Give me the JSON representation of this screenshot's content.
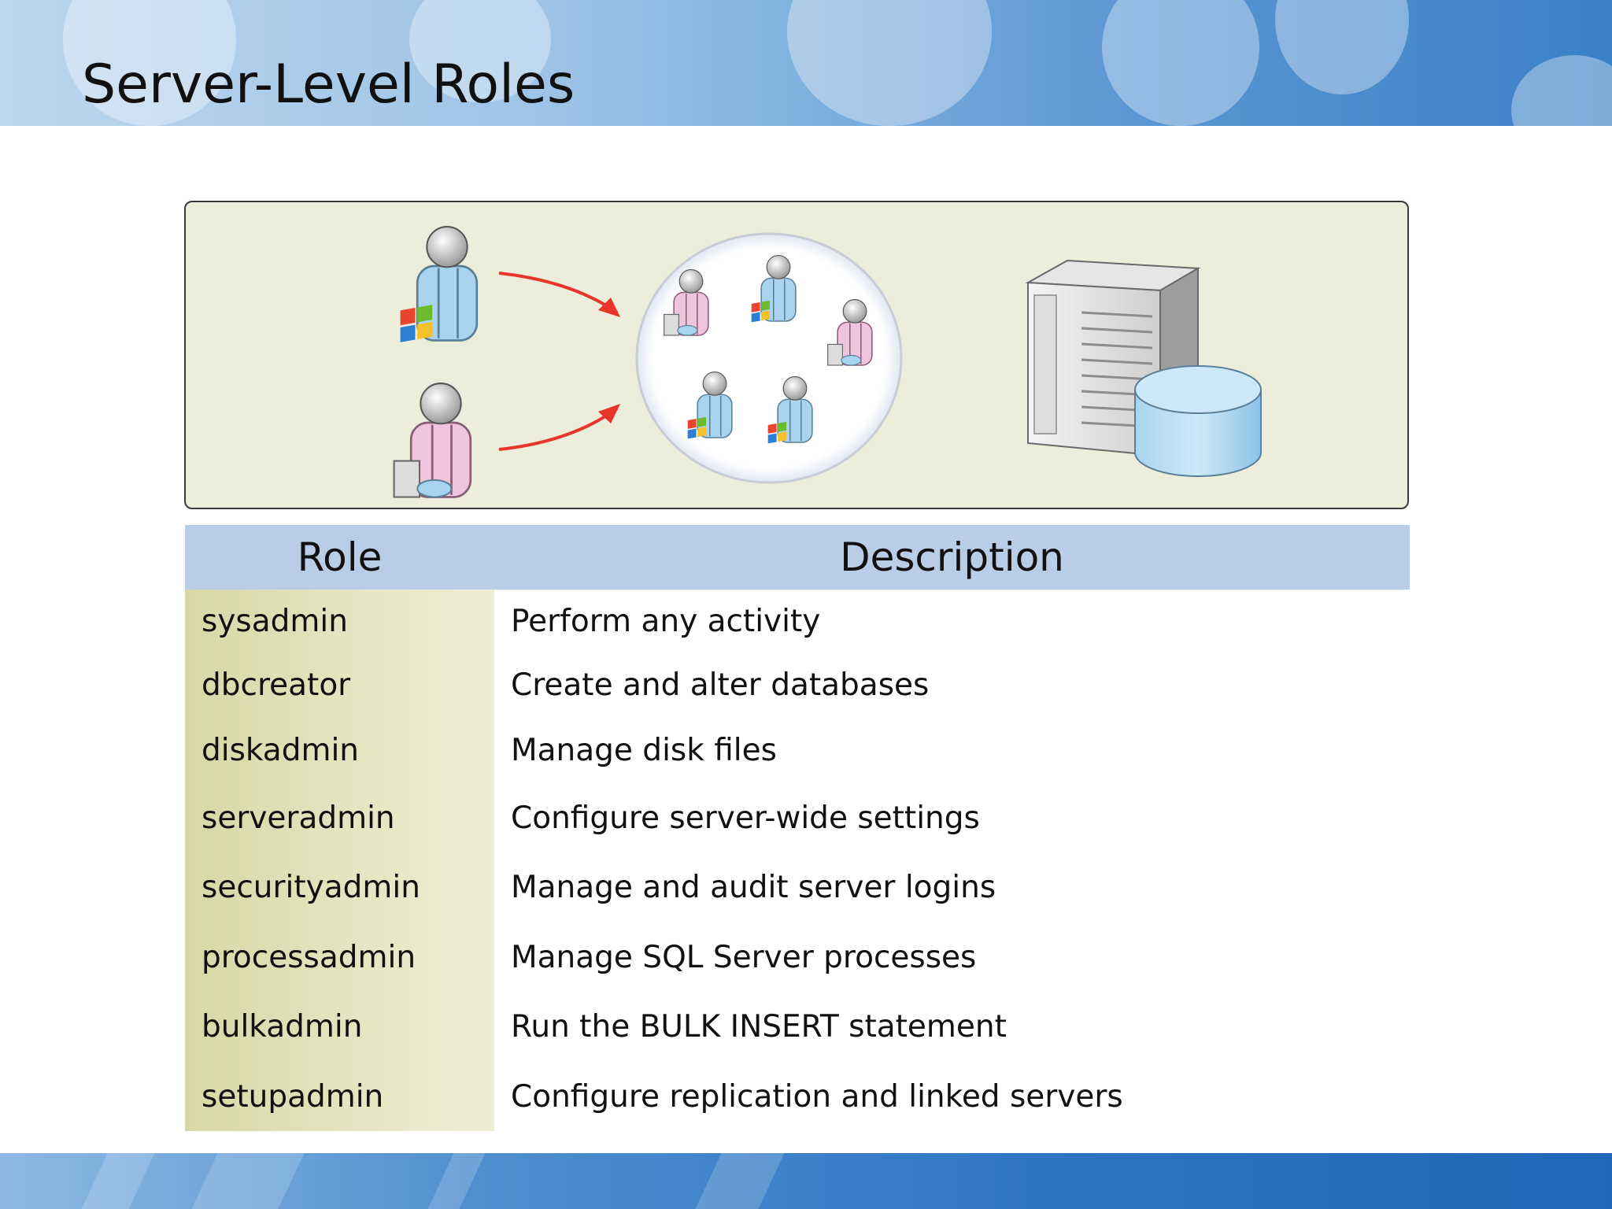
{
  "title": "Server-Level Roles",
  "table": {
    "headers": [
      "Role",
      "Description"
    ],
    "rows": [
      {
        "role": "sysadmin",
        "description": "Perform any activity"
      },
      {
        "role": "dbcreator",
        "description": "Create and alter databases"
      },
      {
        "role": "diskadmin",
        "description": "Manage disk files"
      },
      {
        "role": "serveradmin",
        "description": "Configure server-wide settings"
      },
      {
        "role": "securityadmin",
        "description": "Manage and audit server logins"
      },
      {
        "role": "processadmin",
        "description": "Manage SQL Server processes"
      },
      {
        "role": "bulkadmin",
        "description": "Run the BULK INSERT statement"
      },
      {
        "role": "setupadmin",
        "description": "Configure replication and linked servers"
      }
    ]
  },
  "diagram": {
    "icons": [
      "windows-user-icon",
      "sql-login-user-icon",
      "arrow-icon",
      "server-role-group-icon",
      "server-icon",
      "database-icon"
    ],
    "colors": {
      "windows_user": "#a9d3ef",
      "sql_user": "#f1c4dd",
      "arrow": "#e8352b",
      "panel": "#ededdb"
    }
  }
}
